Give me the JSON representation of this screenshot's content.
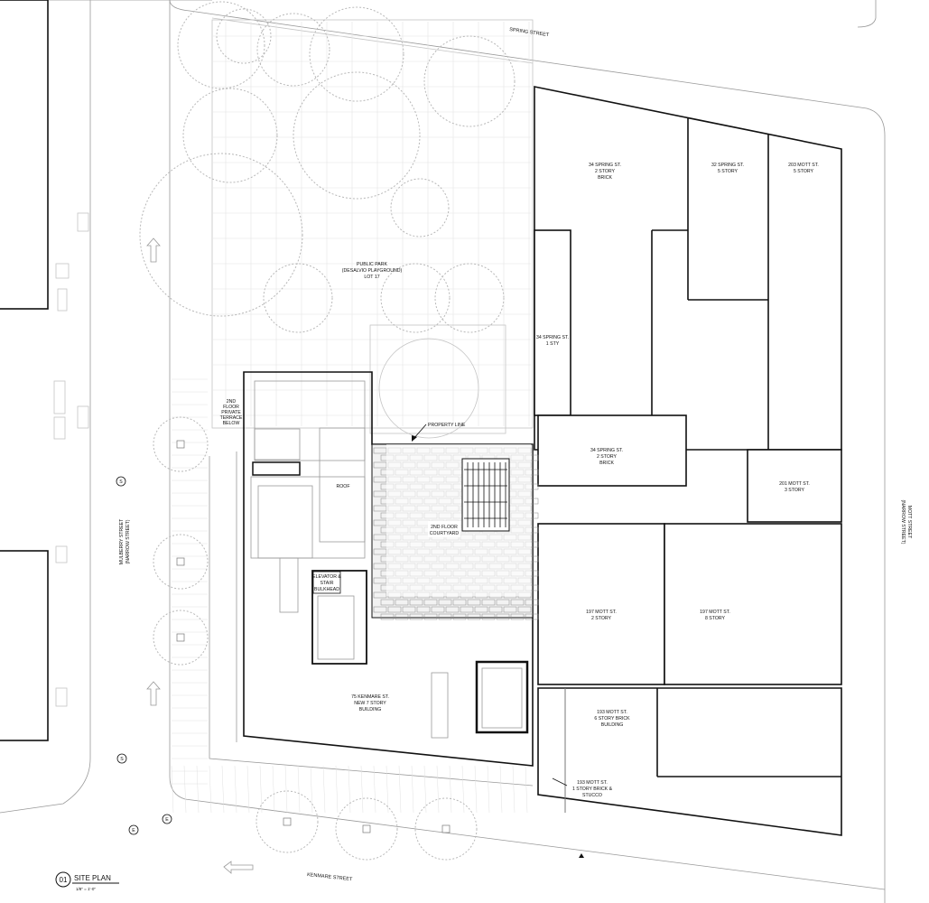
{
  "streets": {
    "spring": "SPRING STREET",
    "mulberry": [
      "MULBERRY STREET",
      "(NARROW STREET)"
    ],
    "mott": [
      "MOTT STREET",
      "(NARROW STREET)"
    ],
    "kenmare": "KENMARE STREET"
  },
  "park": [
    "PUBLIC PARK",
    "(DESALVIO PLAYGROUND)",
    "LOT 17"
  ],
  "terrace": [
    "2ND",
    "FLOOR",
    "PRIVATE",
    "TERRACE",
    "BELOW"
  ],
  "roof": "ROOF",
  "elevator": [
    "ELEVATOR &",
    "STAIR",
    "BULKHEAD"
  ],
  "courtyard": [
    "2ND FLOOR",
    "COURTYARD"
  ],
  "property_line": "PROPERTY LINE",
  "project": [
    "75 KENMARE ST.",
    "NEW 7 STORY",
    "BUILDING"
  ],
  "buildings": {
    "spring34_top": [
      "34 SPRING ST.",
      "2 STORY",
      "BRICK"
    ],
    "spring32": [
      "32 SPRING ST.",
      "5 STORY"
    ],
    "mott203": [
      "203 MOTT ST.",
      "5 STORY"
    ],
    "spring34_mid": [
      "34 SPRING ST.",
      "1 STY"
    ],
    "spring34_low": [
      "34 SPRING ST.",
      "2 STORY",
      "BRICK"
    ],
    "mott201": [
      "201 MOTT ST.",
      "3 STORY"
    ],
    "mott197a": [
      "197 MOTT ST.",
      "2 STORY"
    ],
    "mott197b": [
      "197 MOTT ST.",
      "8 STORY"
    ],
    "mott193": [
      "193 MOTT ST.",
      "6 STORY BRICK",
      "BUILDING"
    ],
    "mott193b": [
      "193 MOTT ST.",
      "1 STORY BRICK &",
      "STUCCO"
    ]
  },
  "markers": {
    "s": "S",
    "e": "E"
  },
  "title_block": {
    "number": "01",
    "title": "SITE PLAN",
    "scale": "1/8\" = 1'-0\""
  }
}
